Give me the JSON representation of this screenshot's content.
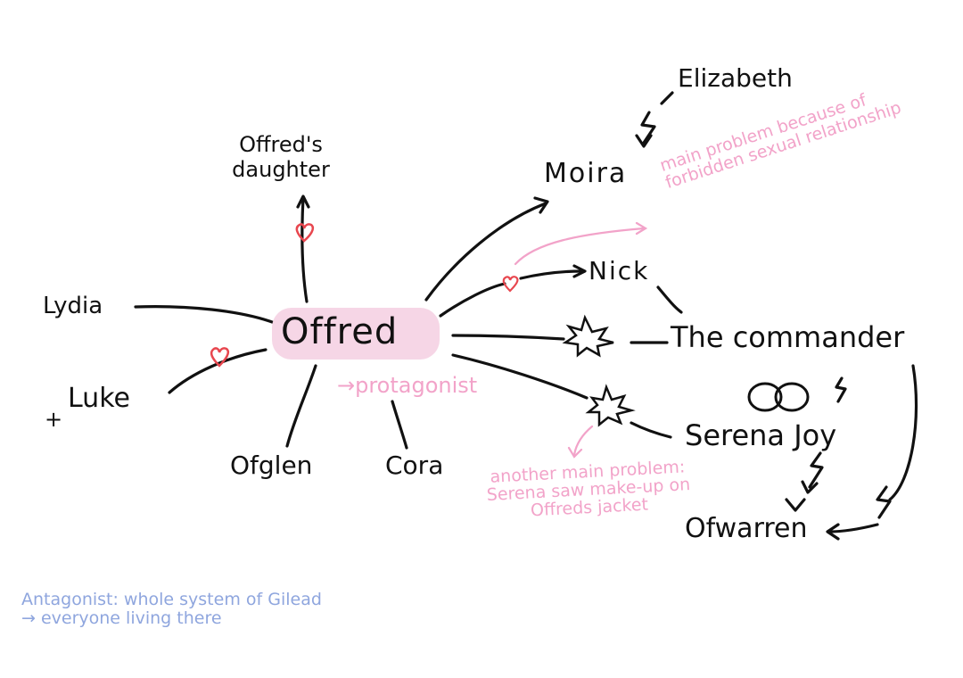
{
  "nodes": {
    "center": "Offred",
    "daughter": "Offred's daughter",
    "lydia": "Lydia",
    "luke": "Luke",
    "luke_mark": "+",
    "ofglen": "Ofglen",
    "cora": "Cora",
    "moira": "Moira",
    "elizabeth": "Elizabeth",
    "nick": "Nick",
    "commander": "The commander",
    "serena": "Serena Joy",
    "ofwarren": "Ofwarren"
  },
  "annotations": {
    "protagonist": "→protagonist",
    "nick_note": "main problem because of forbidden sexual relationship",
    "serena_note": "another main problem: Serena saw make-up on Offreds jacket",
    "antagonist": "Antagonist: whole system of Gilead → everyone living there"
  },
  "colors": {
    "ink": "#111111",
    "pink": "#f2a3c9",
    "highlight": "#f6d6e6",
    "heart": "#e8474f",
    "blue": "#8fa6de"
  }
}
